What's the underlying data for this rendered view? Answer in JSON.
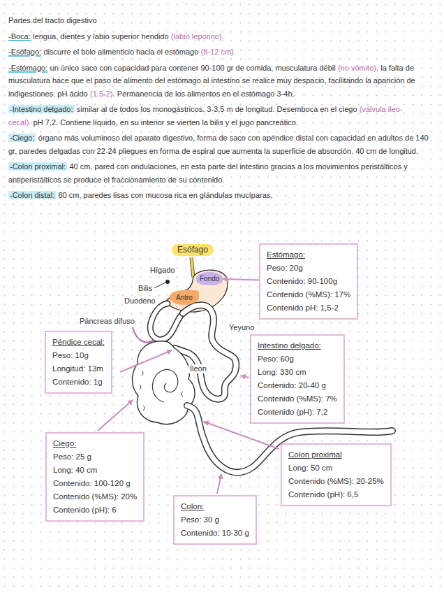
{
  "diagram": {
    "title": "Partes del tracto digestivo",
    "nodes": [
      {
        "text": [
          "Esófago"
        ]
      },
      {
        "text": [
          "Estómago:",
          "Peso: 20g",
          "Contenido: 90-100g",
          "Contenido (%MS): 17%",
          "Contenido pH: 1,5-2"
        ]
      },
      {
        "text": [
          "Fondo"
        ]
      },
      {
        "text": [
          "Antro"
        ]
      },
      {
        "text": [
          "Péndice cecal:",
          "Peso: 10g",
          "Longitud: 13m",
          "Contenido: 1g"
        ]
      },
      {
        "text": [
          "Intestino delgado:",
          "Peso: 60g",
          "Long: 330 cm",
          "Contenido: 20-40 g",
          "Contenido (%MS): 7%",
          "Contenido (pH): 7,2"
        ]
      },
      {
        "text": [
          "Ciego:",
          "Peso: 25 g",
          "Long: 40 cm",
          "Contenido: 100-120 g",
          "Contenido (%MS): 20%",
          "Contenido (pH): 6"
        ]
      },
      {
        "text": [
          "Colon proximal",
          "Long: 50 cm",
          "Contenido (%MS): 20-25%",
          "Contenido (pH): 6,5"
        ]
      },
      {
        "text": [
          "Colon:",
          "Peso: 30 g",
          "Contenido: 10-30 g"
        ]
      }
    ],
    "edges": [
      {
        "from": 1,
        "to": 2,
        "arrow": "to"
      }
    ],
    "labels": [
      "-Boca:",
      "lengua, dientes y labio superior hendido",
      "(labio leporino).",
      "-Esófago:",
      "discurre el bolo alimenticio hacia el estómago",
      "(8-12 cm).",
      "-Estómago:",
      "un único saco con capacidad para contener 90-100 gr de comida, musculatura débil",
      "(no vómito),",
      "la falta de musculatura hace que el paso de alimento del estómago al intestino se realice muy despacio, facilitando la aparición de indigestiones. pH ácido",
      "(1,5-2).",
      "Permanencia de los alimentos en el estómago 3-4h.",
      "-Intestino delgado:",
      "similar al de todos los monogástricos. 3-3,5 m de longitud. Desemboca en el ciego",
      "(válvula ileo-cecal).",
      "pH 7,2. Contiene líquido, en su interior se vierten la bilis y el jugo pancreático.",
      "-Ciego:",
      "órgano más voluminoso del aparato digestivo, forma de saco con apéndice distal con capacidad en adultos de 140 gr, paredes delgadas con 22-24 pliegues en forma de espiral que aumenta la superficie de absorción. 40 cm de longitud.",
      "-Colon proximal:",
      "40 cm, pared con ondulaciones, en esta parte del intestino gracias a los movimientos peristálticos y antiperistálticos se produce el fraccionamiento de su contenido.",
      "-Colon distal:",
      "80 cm, paredes lisas con mucosa rica en glándulas mucíparas.",
      "Hígado",
      "Bilis",
      "Duodeno",
      "Páncreas difuso",
      "Yeyuno",
      "Íleon"
    ]
  }
}
